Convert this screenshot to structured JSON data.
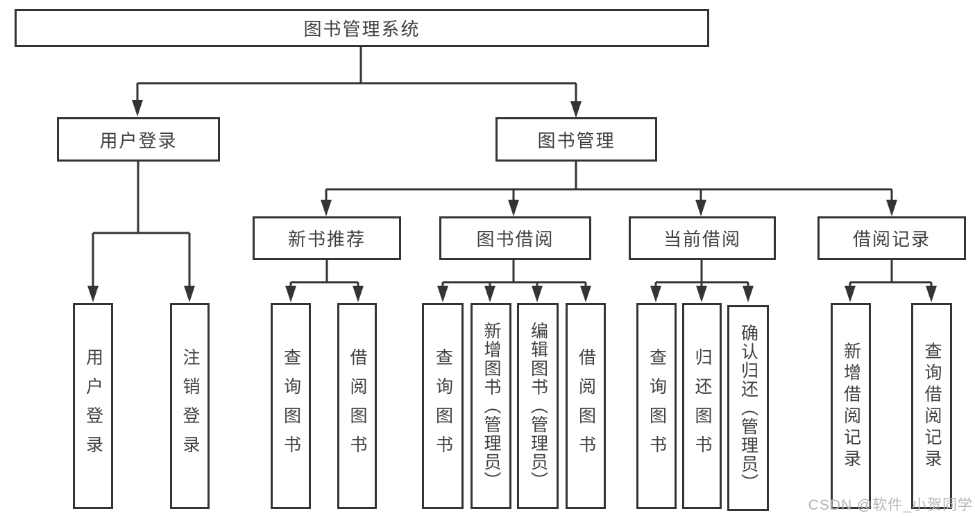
{
  "diagram": {
    "title": "图书管理系统",
    "colors": {
      "stroke": "#343434",
      "text": "#404040",
      "background": "#ffffff",
      "watermark": "#b5b5b5"
    },
    "root": {
      "label": "图书管理系统"
    },
    "branches": [
      {
        "label": "用户登录",
        "children": [
          {
            "label": "用户登录"
          },
          {
            "label": "注销登录"
          }
        ]
      },
      {
        "label": "图书管理",
        "children": [
          {
            "label": "新书推荐",
            "children": [
              {
                "label": "查询图书"
              },
              {
                "label": "借阅图书"
              }
            ]
          },
          {
            "label": "图书借阅",
            "children": [
              {
                "label": "查询图书"
              },
              {
                "label": "新增图书（管理员）"
              },
              {
                "label": "编辑图书（管理员）"
              },
              {
                "label": "借阅图书"
              }
            ]
          },
          {
            "label": "当前借阅",
            "children": [
              {
                "label": "查询图书"
              },
              {
                "label": "归还图书"
              },
              {
                "label": "确认归还（管理员）"
              }
            ]
          },
          {
            "label": "借阅记录",
            "children": [
              {
                "label": "新增借阅记录"
              },
              {
                "label": "查询借阅记录"
              }
            ]
          }
        ]
      }
    ],
    "watermark": "CSDN @软件_小贺同学"
  }
}
